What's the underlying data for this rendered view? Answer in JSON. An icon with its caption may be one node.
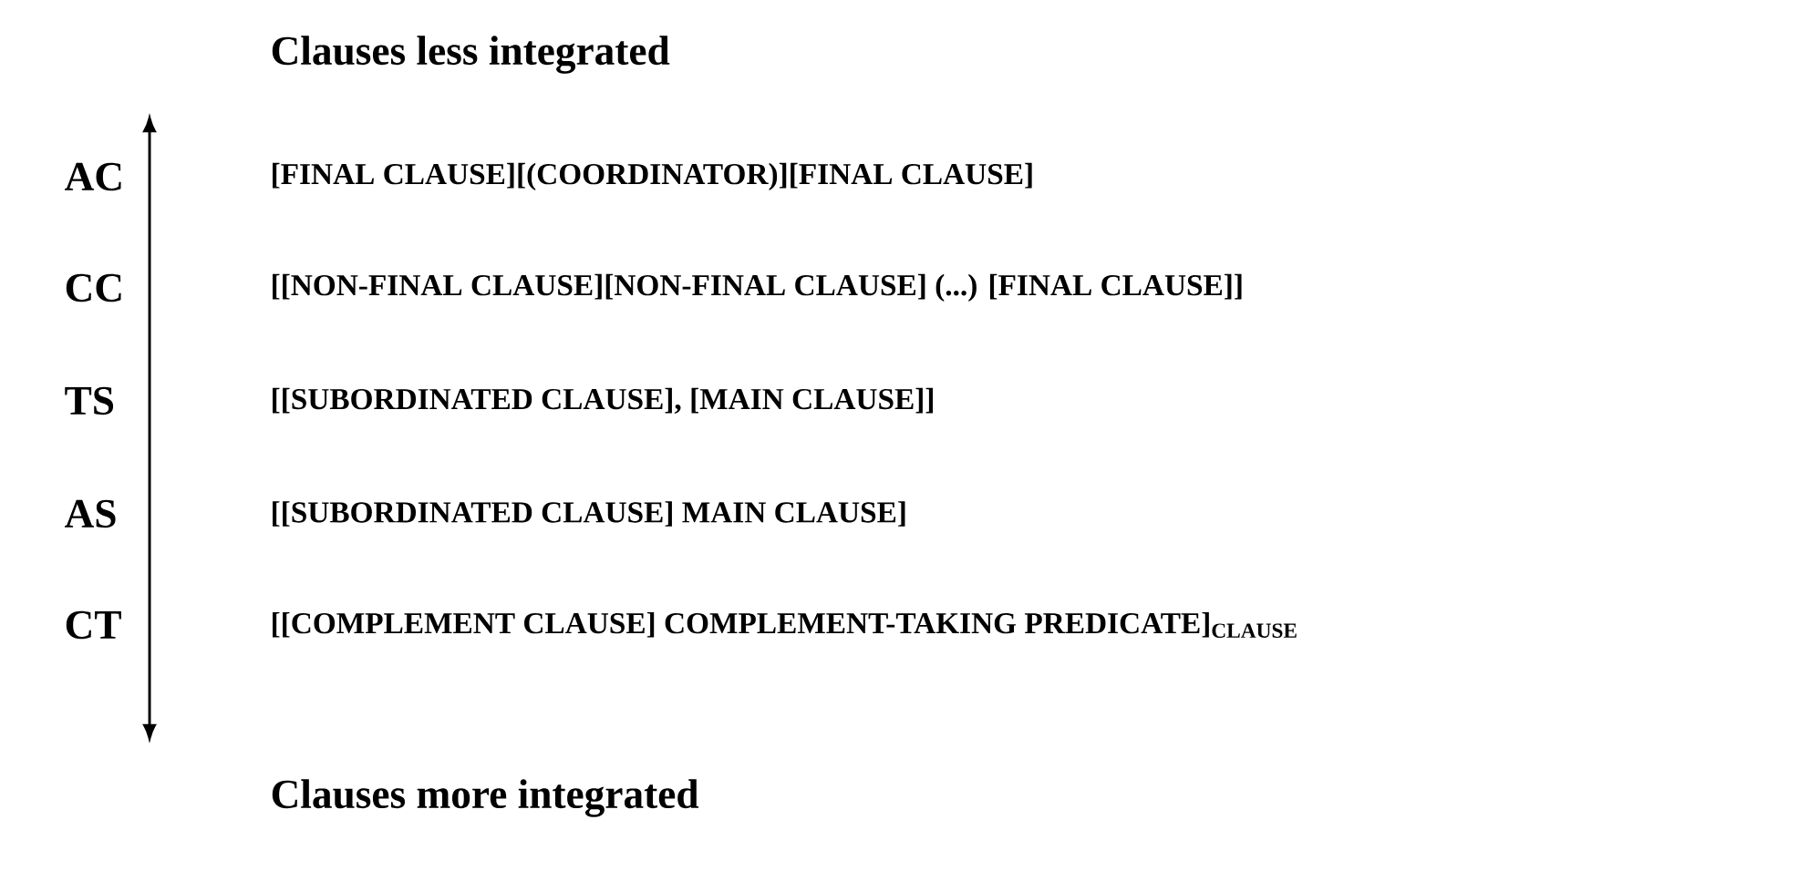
{
  "diagram": {
    "labels": [
      "Clauses less integrated",
      "AC",
      "[FINAL CLAUSE][(COORDINATOR)][FINAL CLAUSE]",
      "CC",
      "[[NON-FINAL CLAUSE][NON-FINAL CLAUSE] (...) [FINAL CLAUSE]]",
      "TS",
      "[[SUBORDINATED CLAUSE], [MAIN CLAUSE]]",
      "AS",
      "[[SUBORDINATED CLAUSE] MAIN CLAUSE]",
      "CT",
      "[[COMPLEMENT CLAUSE] COMPLEMENT-TAKING PREDICATE]$_{CLAUSE}$",
      "Clauses more integrated"
    ]
  }
}
